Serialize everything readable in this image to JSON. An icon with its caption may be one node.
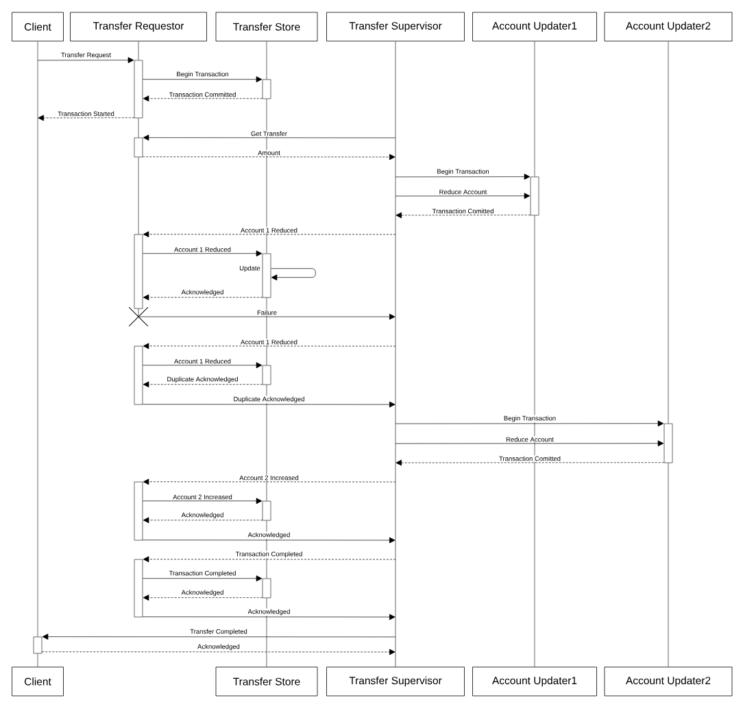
{
  "diagram": {
    "nodes": [
      {
        "text": [
          "Client"
        ]
      },
      {
        "text": [
          "Transfer Requestor"
        ]
      },
      {
        "text": [
          "Transfer Store"
        ]
      },
      {
        "text": [
          "Transfer Supervisor"
        ]
      },
      {
        "text": [
          "Account Updater1"
        ]
      },
      {
        "text": [
          "Account Updater2"
        ]
      },
      {
        "text": [
          "Client"
        ]
      },
      {
        "text": [
          "Transfer Store"
        ]
      },
      {
        "text": [
          "Transfer Supervisor"
        ]
      },
      {
        "text": [
          "Account Updater1"
        ]
      },
      {
        "text": [
          "Account Updater2"
        ]
      },
      {
        "text": [],
        "shape": "bar"
      },
      {
        "text": [],
        "shape": "bar"
      },
      {
        "text": [],
        "shape": "bar"
      },
      {
        "text": [],
        "shape": "bar"
      },
      {
        "text": [],
        "shape": "bar"
      },
      {
        "text": [],
        "shape": "bar"
      },
      {
        "text": [],
        "shape": "cross"
      },
      {
        "text": [],
        "shape": "bar"
      },
      {
        "text": [],
        "shape": "bar"
      },
      {
        "text": [],
        "shape": "bar"
      },
      {
        "text": [],
        "shape": "bar"
      },
      {
        "text": [],
        "shape": "bar"
      },
      {
        "text": [],
        "shape": "bar"
      },
      {
        "text": [],
        "shape": "bar"
      },
      {
        "text": [],
        "shape": "bar"
      }
    ],
    "edges": [
      {
        "from": 0,
        "to": 25,
        "arrow": "none"
      },
      {
        "from": 25,
        "to": 6,
        "arrow": "none"
      },
      {
        "from": 1,
        "to": 11,
        "arrow": "none"
      },
      {
        "from": 11,
        "to": 13,
        "arrow": "none"
      },
      {
        "from": 13,
        "to": 15,
        "arrow": "none"
      },
      {
        "from": 15,
        "to": 17,
        "arrow": "none"
      },
      {
        "from": 2,
        "to": 12,
        "arrow": "none"
      },
      {
        "from": 12,
        "to": 16,
        "arrow": "none"
      },
      {
        "from": 16,
        "to": 19,
        "arrow": "none"
      },
      {
        "from": 19,
        "to": 22,
        "arrow": "none"
      },
      {
        "from": 22,
        "to": 24,
        "arrow": "none"
      },
      {
        "from": 24,
        "to": 7,
        "arrow": "none"
      },
      {
        "from": 3,
        "to": 8,
        "arrow": "none"
      },
      {
        "from": 4,
        "to": 14,
        "arrow": "none"
      },
      {
        "from": 14,
        "to": 9,
        "arrow": "none"
      },
      {
        "from": 5,
        "to": 20,
        "arrow": "none"
      },
      {
        "from": 20,
        "to": 10,
        "arrow": "none"
      },
      {
        "from": null,
        "to": 11,
        "arrow": "to",
        "label": "Transfer Request"
      },
      {
        "from": 11,
        "to": 12,
        "arrow": "to",
        "label": "Begin Transaction"
      },
      {
        "from": 12,
        "to": 11,
        "arrow": "to",
        "label": "Transaction Committed",
        "style": "dashed"
      },
      {
        "from": 11,
        "to": null,
        "arrow": "to",
        "label": "Transaction Started",
        "style": "dashed"
      },
      {
        "from": null,
        "to": 13,
        "arrow": "to",
        "label": "Get Transfer"
      },
      {
        "from": 13,
        "to": null,
        "arrow": "to",
        "label": "Amount",
        "style": "dashed"
      },
      {
        "from": null,
        "to": 14,
        "arrow": "to",
        "label": "Begin Transaction"
      },
      {
        "from": null,
        "to": 14,
        "arrow": "to",
        "label": "Reduce Account"
      },
      {
        "from": 14,
        "to": null,
        "arrow": "to",
        "label": "Transaction Comitted",
        "style": "dashed"
      },
      {
        "from": null,
        "to": 15,
        "arrow": "to",
        "label": "Account 1 Reduced",
        "style": "dashed"
      },
      {
        "from": 15,
        "to": 16,
        "arrow": "to",
        "label": "Account 1 Reduced"
      },
      {
        "from": 16,
        "to": 16,
        "arrow": "to",
        "label": "Update"
      },
      {
        "from": 16,
        "to": 15,
        "arrow": "to",
        "label": "Acknowledged",
        "style": "dashed"
      },
      {
        "from": 17,
        "to": null,
        "arrow": "to",
        "label": "Failure"
      },
      {
        "from": null,
        "to": 18,
        "arrow": "to",
        "label": "Account 1 Reduced",
        "style": "dashed"
      },
      {
        "from": 18,
        "to": 19,
        "arrow": "to",
        "label": "Account 1 Reduced"
      },
      {
        "from": 19,
        "to": 18,
        "arrow": "to",
        "label": "Duplicate Acknowledged",
        "style": "dashed"
      },
      {
        "from": 18,
        "to": null,
        "arrow": "to",
        "label": "Duplicate Acknowledged"
      },
      {
        "from": null,
        "to": 20,
        "arrow": "to",
        "label": "Begin Transaction"
      },
      {
        "from": null,
        "to": 20,
        "arrow": "to",
        "label": "Reduce Account"
      },
      {
        "from": 20,
        "to": null,
        "arrow": "to",
        "label": "Transaction Comitted",
        "style": "dashed"
      },
      {
        "from": null,
        "to": 21,
        "arrow": "to",
        "label": "Account 2 Increased",
        "style": "dashed"
      },
      {
        "from": 21,
        "to": 22,
        "arrow": "to",
        "label": "Account 2 Increased"
      },
      {
        "from": 22,
        "to": 21,
        "arrow": "to",
        "label": "Acknowledged",
        "style": "dashed"
      },
      {
        "from": 21,
        "to": null,
        "arrow": "to",
        "label": "Acknowledged"
      },
      {
        "from": null,
        "to": 23,
        "arrow": "to",
        "label": "Transaction Completed",
        "style": "dashed"
      },
      {
        "from": 23,
        "to": 24,
        "arrow": "to",
        "label": "Transaction Completed"
      },
      {
        "from": 24,
        "to": 23,
        "arrow": "to",
        "label": "Acknowledged",
        "style": "dashed"
      },
      {
        "from": 23,
        "to": null,
        "arrow": "to",
        "label": "Acknowledged"
      },
      {
        "from": null,
        "to": 25,
        "arrow": "to",
        "label": "Transfer Completed"
      },
      {
        "from": 25,
        "to": null,
        "arrow": "to",
        "label": "Acknowledged",
        "style": "dashed"
      }
    ]
  }
}
